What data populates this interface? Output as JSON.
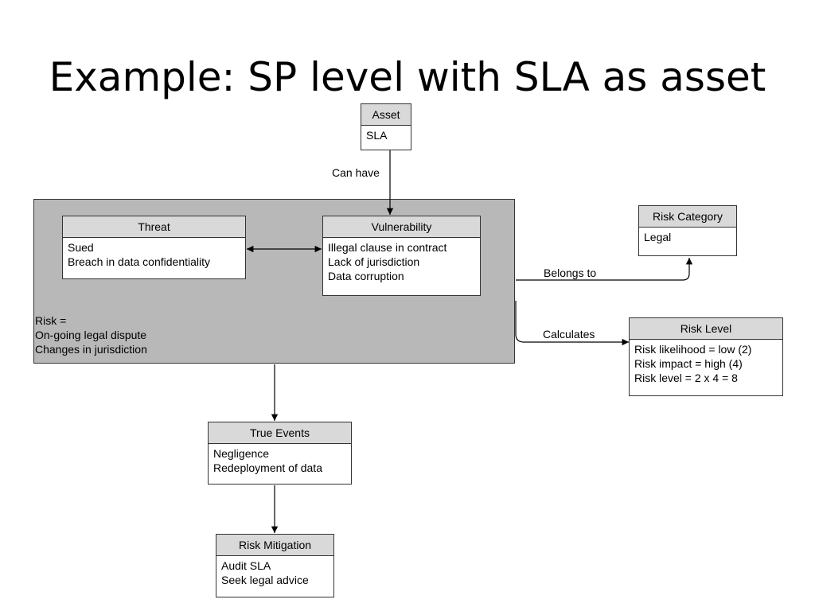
{
  "title": "Example: SP level with SLA as asset",
  "nodes": {
    "asset": {
      "header": "Asset",
      "lines": [
        "SLA"
      ]
    },
    "threat": {
      "header": "Threat",
      "lines": [
        "Sued",
        "Breach in data confidentiality"
      ]
    },
    "vulnerability": {
      "header": "Vulnerability",
      "lines": [
        "Illegal clause in contract",
        "Lack of jurisdiction",
        "Data corruption"
      ]
    },
    "risk_category": {
      "header": "Risk Category",
      "lines": [
        "Legal"
      ]
    },
    "risk_level": {
      "header": "Risk Level",
      "lines": [
        "Risk likelihood = low (2)",
        "Risk impact = high (4)",
        "Risk level = 2 x 4 = 8"
      ]
    },
    "true_events": {
      "header": "True Events",
      "lines": [
        "Negligence",
        "Redeployment of data"
      ]
    },
    "risk_mitigation": {
      "header": "Risk Mitigation",
      "lines": [
        "Audit SLA",
        "Seek legal advice"
      ]
    }
  },
  "risk": {
    "label": "Risk =",
    "lines": [
      "On-going legal dispute",
      "Changes in jurisdiction"
    ]
  },
  "edges": {
    "can_have": "Can have",
    "belongs_to": "Belongs to",
    "calculates": "Calculates"
  },
  "colors": {
    "risk_area_fill": "#b8b8b8",
    "header_fill": "#d9d9d9",
    "border": "#333333"
  }
}
